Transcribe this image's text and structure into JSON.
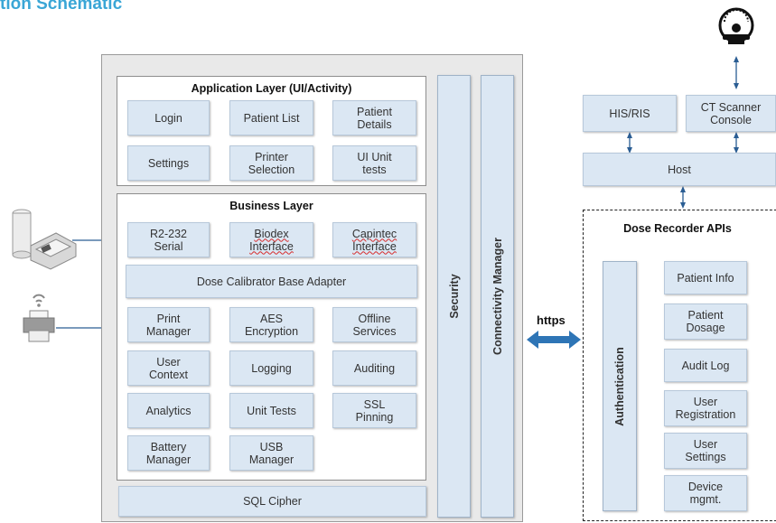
{
  "title": "tion Schematic",
  "app_layer": {
    "title": "Application Layer (UI/Activity)",
    "items": [
      "Login",
      "Patient List",
      "Patient\nDetails",
      "Settings",
      "Printer\nSelection",
      "UI Unit\ntests"
    ]
  },
  "business_layer": {
    "title": "Business Layer",
    "serial": "R2-232\nSerial",
    "biodex": "Biodex\nInterface",
    "capintec": "Capintec\nInterface",
    "base_adapter": "Dose Calibrator Base Adapter",
    "items": [
      "Print\nManager",
      "AES\nEncryption",
      "Offline\nServices",
      "User\nContext",
      "Logging",
      "Auditing",
      "Analytics",
      "Unit Tests",
      "SSL\nPinning",
      "Battery\nManager",
      "USB\nManager"
    ]
  },
  "sql_cipher": "SQL Cipher",
  "security": "Security",
  "connectivity_manager": "Connectivity Manager",
  "https": "https",
  "his_ris": "HIS/RIS",
  "ct_console": "CT Scanner\nConsole",
  "host": "Host",
  "dose_recorder": {
    "title": "Dose Recorder APIs",
    "authentication": "Authentication",
    "items": [
      "Patient Info",
      "Patient\nDosage",
      "Audit Log",
      "User\nRegistration",
      "User\nSettings",
      "Device\nmgmt."
    ]
  },
  "colors": {
    "title": "#3aa6d6",
    "box_fill": "#dbe7f3",
    "arrow": "#2a5d93",
    "https_arrow": "#2e75b6"
  },
  "icons": [
    "dose-calibrator-device-icon",
    "printer-icon",
    "ct-scanner-icon"
  ]
}
